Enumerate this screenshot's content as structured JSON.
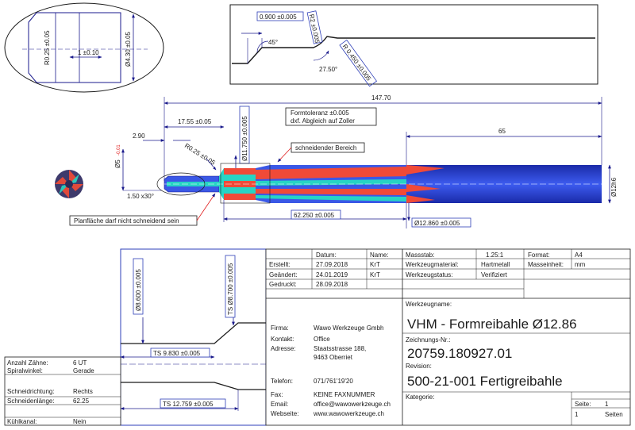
{
  "colors": {
    "outline": "#1a1a8c",
    "dim": "#1a1a8c",
    "box": "#2e3fb8",
    "body_dark": "#1f2fbf",
    "body_mid": "#3a58e6",
    "cut_red": "#f04a38",
    "cut_cyan": "#27d4c4",
    "note_red": "#e01b1b"
  },
  "detail_ellipse": {
    "radius_label": "R0.25 ±0.05",
    "length_label": "1 ±0.10",
    "diameter_label": "Ø4.30 ±0.05"
  },
  "detail_box": {
    "chamfer_label": "0.900 ±0.005",
    "angle1_label": "45°",
    "radius1_label": "R2 ±0.005",
    "radius2_label": "R 0.450 ±0.005",
    "angle2_label": "27.50°"
  },
  "main_view": {
    "overall_length": "147.70",
    "len_17": "17.55 ±0.05",
    "len_290": "2.90",
    "dia_tip": "Ø5",
    "dia_tip_tol": "-0.01",
    "radius_tip": "R0.25 ±0.05",
    "chamfer_tip": "1.50 x30°",
    "dia_11": "Ø11.750 ±0.005",
    "len_shank": "65",
    "len_62": "62.250 ±0.005",
    "dia_12860": "Ø12.860 ±0.005",
    "dia_shank": "Ø12h6",
    "note_tolerance_1": "Formtoleranz ±0.005",
    "note_tolerance_2": "dxf. Abgleich auf Zoller",
    "note_cutting": "schneidender Bereich",
    "note_face": "Planfläche darf nicht schneidend sein"
  },
  "lower_detail": {
    "dia_8600": "Ø8.600 ±0.005",
    "dia_8700": "TS Ø8.700 ±0.005",
    "len_9830": "TS 9.830 ±0.005",
    "len_12759": "TS 12.759 ±0.005"
  },
  "properties": {
    "rows": [
      {
        "label": "Anzahl Zähne:",
        "value": "6 UT"
      },
      {
        "label": "Spiralwinkel:",
        "value": "Gerade"
      },
      {
        "label": "Schneidrichtung:",
        "value": "Rechts"
      },
      {
        "label": "Schneidenlänge:",
        "value": "62.25"
      },
      {
        "label": "Kühlkanal:",
        "value": "Nein"
      }
    ]
  },
  "title_block": {
    "hdr_datum": "Datum:",
    "hdr_name": "Name:",
    "hdr_massstab": "Massstab:",
    "massstab": "1.25:1",
    "hdr_format": "Format:",
    "format": "A4",
    "erstellt_label": "Erstellt:",
    "erstellt_date": "27.09.2018",
    "erstellt_name": "KrT",
    "geaendert_label": "Geändert:",
    "geaendert_date": "24.01.2019",
    "geaendert_name": "KrT",
    "gedruckt_label": "Gedruckt:",
    "gedruckt_date": "28.09.2018",
    "material_label": "Werkzeugmaterial:",
    "material": "Hartmetall",
    "masseinheit_label": "Masseinheit:",
    "masseinheit": "mm",
    "status_label": "Werkzeugstatus:",
    "status": "Verifiziert",
    "werkzeugname_label": "Werkzeugname:",
    "werkzeugname": "VHM - Formreibahle Ø12.86",
    "zeichnungsnr_label": "Zeichnungs-Nr.:",
    "zeichnungsnr": "20759.180927.01",
    "revision_label": "Revision:",
    "revision": "500-21-001 Fertigreibahle",
    "kategorie_label": "Kategorie:",
    "seite_label": "Seite:",
    "seite": "1",
    "seiten_count": "1",
    "seiten_label": "Seiten",
    "firma_label": "Firma:",
    "firma": "Wawo Werkzeuge Gmbh",
    "kontakt_label": "Kontakt:",
    "kontakt": "Office",
    "adresse_label": "Adresse:",
    "adresse1": "Staatsstrasse 188,",
    "adresse2": "9463 Oberriet",
    "telefon_label": "Telefon:",
    "telefon": "071/761'19'20",
    "fax_label": "Fax:",
    "fax": "KEINE FAXNUMMER",
    "email_label": "Email:",
    "email": "office@wawowerkzeuge.ch",
    "webseite_label": "Webseite:",
    "webseite": "www.wawowerkzeuge.ch"
  }
}
